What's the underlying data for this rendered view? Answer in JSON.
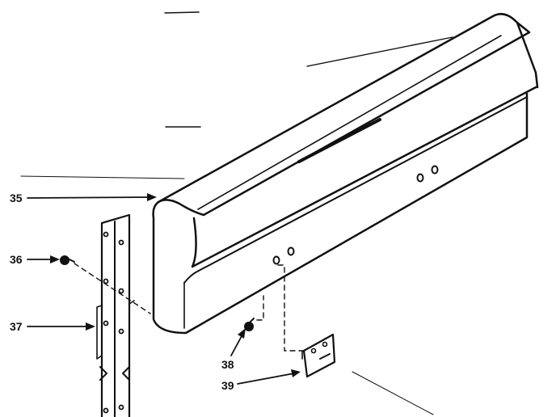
{
  "diagram": {
    "part_labels": [
      {
        "key": "backguard",
        "text": "35"
      },
      {
        "key": "screw",
        "text": "36"
      },
      {
        "key": "bracket_vertical",
        "text": "37"
      },
      {
        "key": "screw_small",
        "text": "38"
      },
      {
        "key": "bracket_small",
        "text": "39"
      }
    ],
    "colors": {
      "ink": "#111111",
      "paper": "#ffffff"
    }
  }
}
